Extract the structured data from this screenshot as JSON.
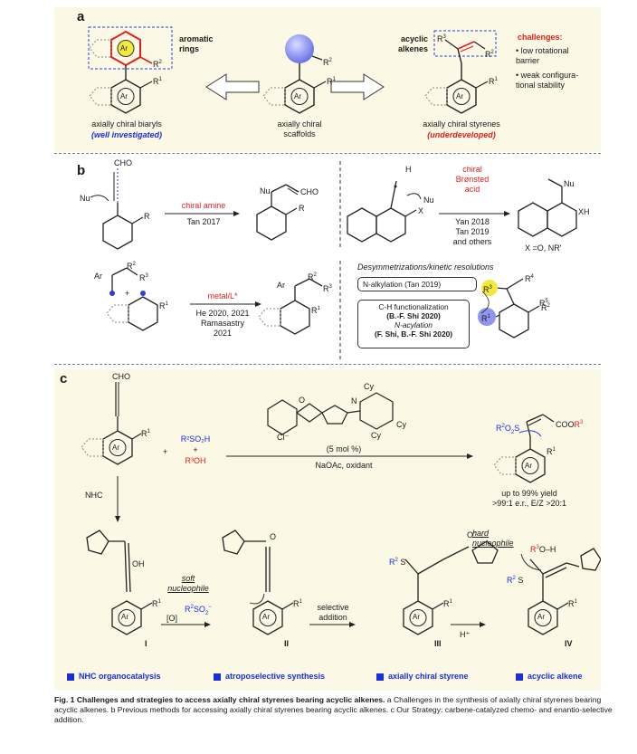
{
  "panel_a": {
    "label": "a",
    "aromatic_rings": "aromatic\nrings",
    "acyclic_alkenes": "acyclic\nalkenes",
    "challenges_title": "challenges:",
    "challenge_1": "low rotational barrier",
    "challenge_2": "weak configura-tional stability",
    "biaryls_caption": "axially chiral biaryls",
    "biaryls_status": "(well investigated)",
    "scaffolds_caption": "axially chiral\nscaffolds",
    "styrenes_caption": "axially chiral styrenes",
    "styrenes_status": "(underdeveloped)"
  },
  "panel_b": {
    "label": "b",
    "chiral_amine": "chiral amine",
    "tan2017": "Tan 2017",
    "chiral_bronsted": "chiral\nBrønsted\nacid",
    "yan_refs": "Yan 2018\nTan 2019\nand others",
    "x_def": "X =O, NR'",
    "metal_l": "metal/L*",
    "metal_refs": "He 2020, 2021\nRamasastry\n2021",
    "desym_title": "Desymmetrizations/kinetic resolutions",
    "n_alkylation": "N-alkylation (Tan 2019)",
    "ch_func": "C-H functionalization",
    "bf_shi": "(B.-F. Shi 2020)",
    "n_acylation": "N-acylation",
    "f_shi": "(F. Shi, B.-F. Shi 2020)"
  },
  "panel_c": {
    "label": "c",
    "reagent_1": "R²SO₂H",
    "plus": "+",
    "reagent_2": "R³OH",
    "catalyst_loading": "(5 mol %)",
    "conditions": "NaOAc, oxidant",
    "yield": "up to 99% yield",
    "selectivity": ">99:1 e.r., E/Z >20:1",
    "nhc": "NHC",
    "oxidant_step": "[O]",
    "soft_nucleophile": "soft\nnucleophile",
    "selective_addition": "selective\naddition",
    "hard_nucleophile": "hard\nnucleophile",
    "proton": "H⁺",
    "int_1": "I",
    "int_2": "II",
    "int_3": "III",
    "int_4": "IV",
    "legend_1": "NHC organocatalysis",
    "legend_2": "atroposelective synthesis",
    "legend_3": "axially chiral styrene",
    "legend_4": "acyclic alkene"
  },
  "caption": {
    "lead": "Fig. 1 Challenges and strategies to access axially chiral styrenes bearing acyclic alkenes.",
    "body": " a Challenges in the synthesis of axially chiral styrenes bearing acyclic alkenes. b Previous methods for accessing axially chiral styrenes bearing acyclic alkenes. c Our Strategy: carbene-catalyzed chemo- and enantio-selective addition."
  },
  "colors": {
    "accent_red": "#e02020",
    "accent_blue": "#1a2fd8",
    "panel_bg": "#fbf8e6",
    "sphere": "#8f95f0",
    "yellow": "#f2ea3a"
  }
}
